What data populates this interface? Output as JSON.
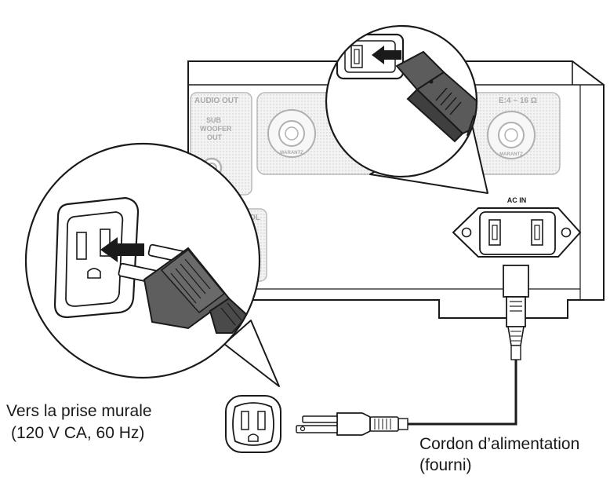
{
  "panel": {
    "audio_out": "AUDIO OUT",
    "sub": "SUB",
    "woofer": "WOOFER",
    "out": "OUT",
    "speakers_impedance": "E:4 ~ 16 Ω",
    "control": "OL",
    "ac_in": "AC IN",
    "terminal_brand": "MARANTZ"
  },
  "labels": {
    "wall_outlet_line1": "Vers la prise murale",
    "wall_outlet_line2": "(120 V CA, 60 Hz)",
    "power_cord_line1": "Cordon d’alimentation",
    "power_cord_line2": "(fourni)"
  }
}
